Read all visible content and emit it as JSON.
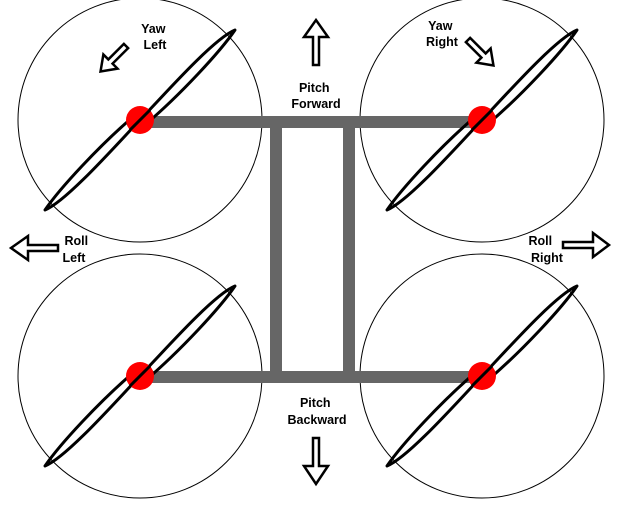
{
  "labels": {
    "yaw_left": [
      "Yaw",
      "Left"
    ],
    "yaw_right": [
      "Yaw",
      "Right"
    ],
    "pitch_forward": [
      "Pitch",
      "Forward"
    ],
    "pitch_backward": [
      "Pitch",
      "Backward"
    ],
    "roll_left": [
      "Roll",
      "Left"
    ],
    "roll_right": [
      "Roll",
      "Right"
    ]
  },
  "colors": {
    "frame": "#666666",
    "hub": "#ff0000",
    "outline": "#000000",
    "background": "#ffffff"
  }
}
